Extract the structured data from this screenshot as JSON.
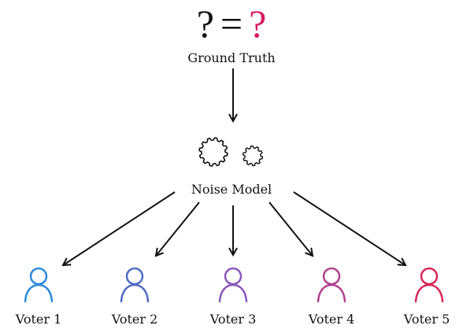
{
  "ground_truth": {
    "equation_left": "?",
    "equation_op": "=",
    "equation_right": "?",
    "label": "Ground Truth"
  },
  "noise_model": {
    "label": "Noise Model",
    "icon": "gears-icon"
  },
  "voters": [
    {
      "label": "Voter 1",
      "color": "#2b8ad8"
    },
    {
      "label": "Voter 2",
      "color": "#4f6cc4"
    },
    {
      "label": "Voter 3",
      "color": "#8a57b8"
    },
    {
      "label": "Voter 4",
      "color": "#b0428f"
    },
    {
      "label": "Voter 5",
      "color": "#d6275a"
    }
  ],
  "colors": {
    "highlight": "#d81b60",
    "ink": "#111111"
  }
}
